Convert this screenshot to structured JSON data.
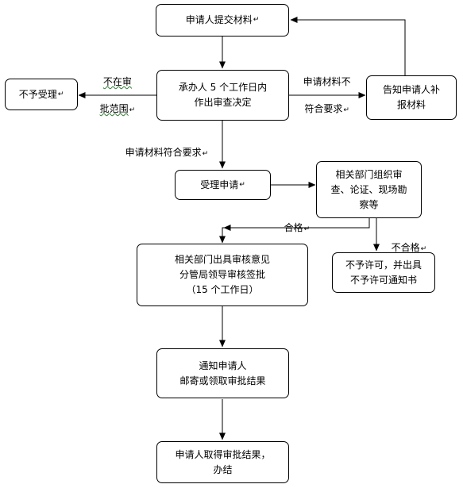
{
  "nodes": {
    "submit": {
      "lines": [
        "申请人提交材料"
      ]
    },
    "review": {
      "lines": [
        "承办人 5 个工作日内",
        "作出审查决定"
      ]
    },
    "reject": {
      "lines": [
        "不予受理"
      ]
    },
    "supplement": {
      "lines": [
        "告知申请人补",
        "报材料"
      ]
    },
    "accept": {
      "lines": [
        "受理申请"
      ]
    },
    "inspect": {
      "lines": [
        "相关部门组织审",
        "查、论证、现场勘",
        "察等"
      ]
    },
    "opinion": {
      "lines": [
        "相关部门出具审核意见",
        "分管局领导审核签批",
        "（15 个工作日）"
      ]
    },
    "deny": {
      "lines": [
        "不予许可，并出具",
        "不予许可通知书"
      ]
    },
    "notify": {
      "lines": [
        "通知申请人",
        "邮寄或领取审批结果"
      ]
    },
    "finish": {
      "lines": [
        "申请人取得审批结果，",
        "办结"
      ]
    }
  },
  "labels": {
    "out_of_scope": [
      "不在审",
      "批范围"
    ],
    "not_compliant": [
      "申请材料不",
      "符合要求"
    ],
    "compliant": [
      "申请材料符合要求"
    ],
    "qualified": [
      "合格"
    ],
    "unqualified": [
      "不合格"
    ]
  }
}
